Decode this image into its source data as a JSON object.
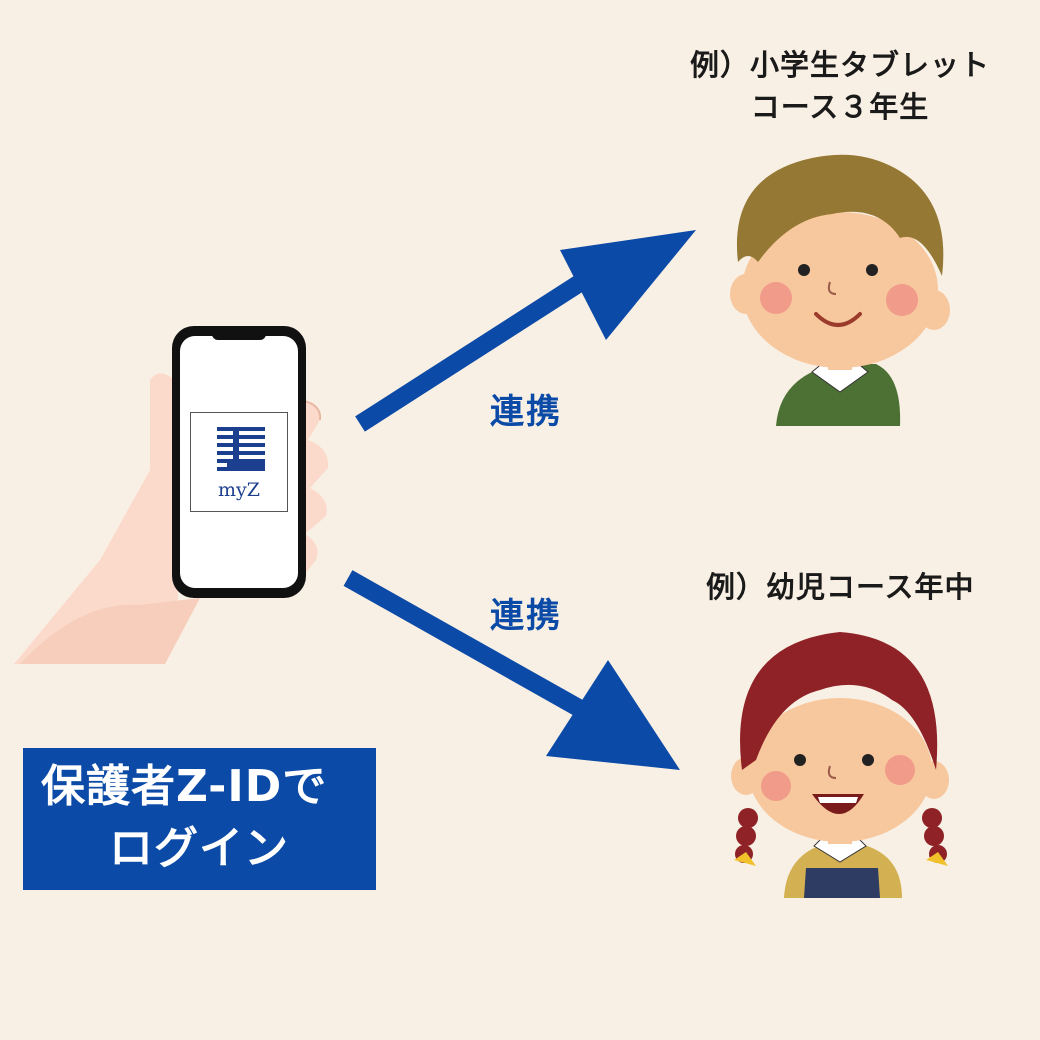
{
  "captions": {
    "boy_line1": "例）小学生タブレット",
    "boy_line2": "コース３年生",
    "girl": "例）幼児コース年中"
  },
  "links": {
    "top": "連携",
    "bottom": "連携"
  },
  "login": {
    "line1": "保護者Z-IDで",
    "line2": "ログイン"
  },
  "app": {
    "name": "myZ",
    "logo_icon": "z-kai-logo-icon"
  },
  "colors": {
    "background": "#f9f0e5",
    "accent_blue": "#0b4aa6",
    "arrow_blue": "#0b4aa6"
  },
  "illustrations": {
    "left": "hand-holding-smartphone",
    "top_right": "boy-avatar",
    "bottom_right": "girl-avatar"
  }
}
